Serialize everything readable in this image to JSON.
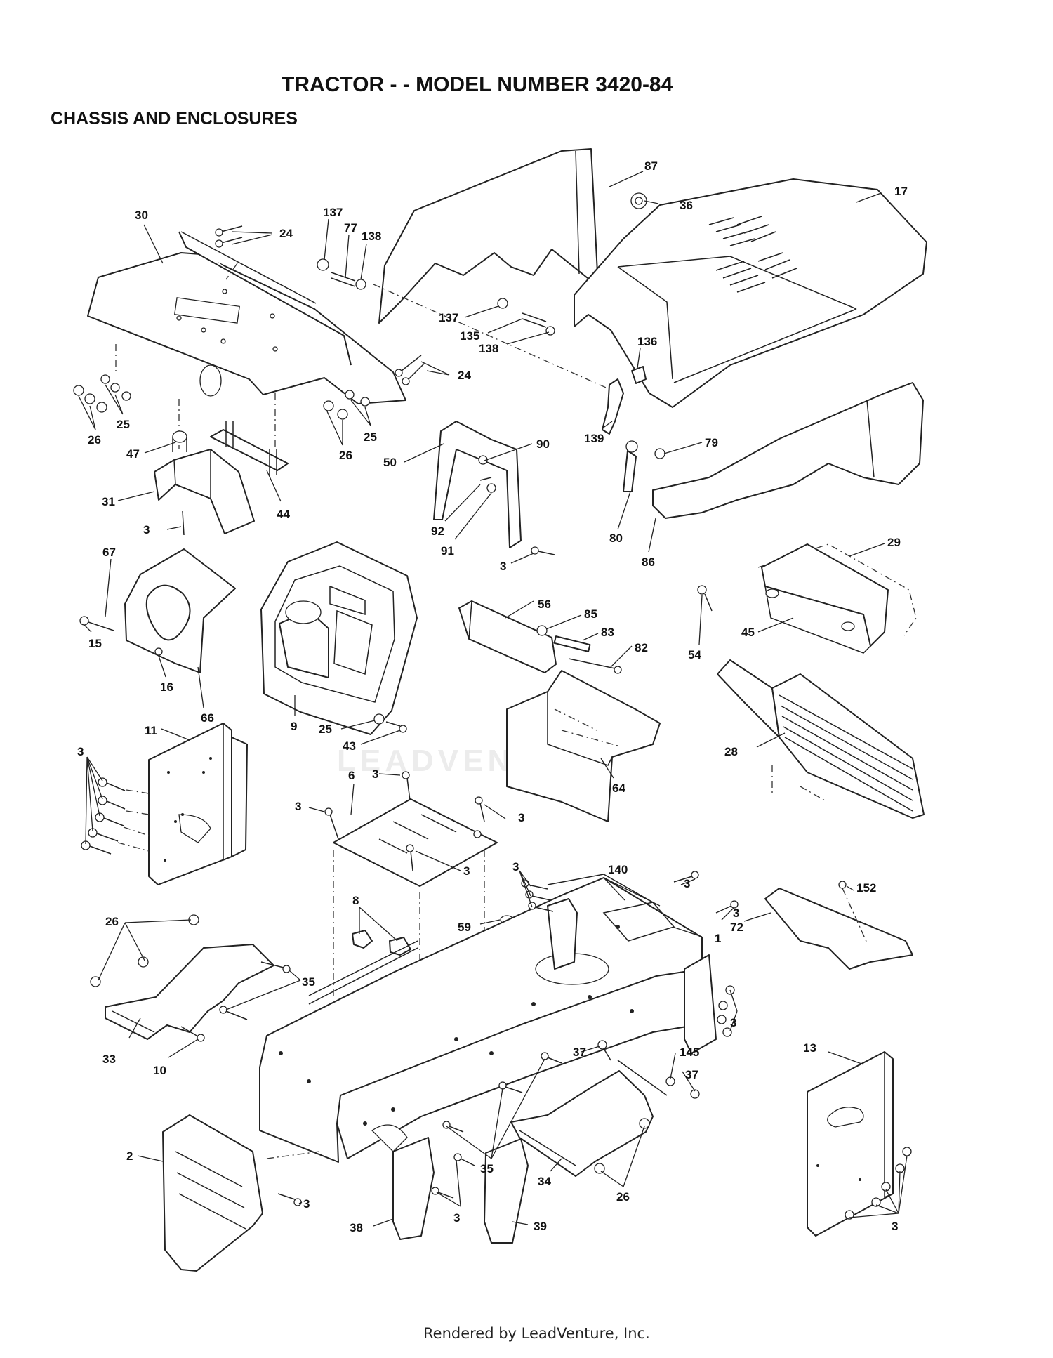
{
  "title": "TRACTOR - - MODEL NUMBER 3420-84",
  "subtitle": "CHASSIS AND ENCLOSURES",
  "watermark": "LEADVENTURE",
  "footer": "Rendered by LeadVenture, Inc.",
  "callouts": {
    "c87": "87",
    "c36": "36",
    "c17": "17",
    "c30": "30",
    "c24a": "24",
    "c24b": "24",
    "c137a": "137",
    "c77": "77",
    "c138a": "138",
    "c137b": "137",
    "c135": "135",
    "c138b": "138",
    "c136": "136",
    "c26a": "26",
    "c25a": "25",
    "c26b": "26",
    "c25b": "25",
    "c47": "47",
    "c31": "31",
    "c3a": "3",
    "c44": "44",
    "c50": "50",
    "c90": "90",
    "c92": "92",
    "c91": "91",
    "c3b": "3",
    "c139": "139",
    "c80": "80",
    "c79": "79",
    "c86": "86",
    "c67": "67",
    "c15": "15",
    "c16": "16",
    "c66": "66",
    "c9": "9",
    "c25c": "25",
    "c43": "43",
    "c56": "56",
    "c85": "85",
    "c83": "83",
    "c82": "82",
    "c29": "29",
    "c54": "54",
    "c45": "45",
    "c11": "11",
    "c3c": "3",
    "c64": "64",
    "c28": "28",
    "c6": "6",
    "c3d": "3",
    "c3e": "3",
    "c3f": "3",
    "c3g": "3",
    "c3h": "3",
    "c140": "140",
    "c3i": "3",
    "c3j": "3",
    "c72": "72",
    "c152": "152",
    "c8": "8",
    "c59": "59",
    "c1": "1",
    "c26c": "26",
    "c35a": "35",
    "c33": "33",
    "c10": "10",
    "c3k": "3",
    "c37a": "37",
    "c145": "145",
    "c37b": "37",
    "c13": "13",
    "c2": "2",
    "c3l": "3",
    "c35b": "35",
    "c34": "34",
    "c26d": "26",
    "c38": "38",
    "c3m": "3",
    "c39": "39",
    "c3n": "3"
  }
}
